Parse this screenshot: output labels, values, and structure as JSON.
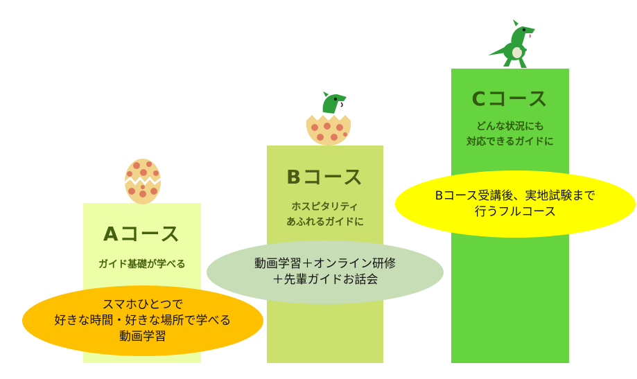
{
  "colors": {
    "course_a_block": "#EDFFA6",
    "course_b_block": "#CCE06E",
    "course_c_block": "#66D43F",
    "course_a_title": "#45610F",
    "course_b_title": "#4B5A16",
    "course_c_title": "#2F5A0F",
    "course_a_bubble": "#FFC000",
    "course_b_bubble": "#C7DDB5",
    "course_c_bubble": "#FFFF00",
    "egg_shell": "#F1D48A",
    "egg_spots": "#E07A5F",
    "dinosaur": "#2E9E3B"
  },
  "courses": [
    {
      "id": "a",
      "title": "Aコース",
      "tagline": "ガイド基礎が学べる",
      "bubble_text": "スマホひとつで\n好きな時間・好きな場所で学べる\n動画学習",
      "illustration": "egg-icon"
    },
    {
      "id": "b",
      "title": "Bコース",
      "tagline": "ホスピタリティ\nあふれるガイドに",
      "bubble_text": "動画学習＋オンライン研修\n＋先輩ガイドお話会",
      "illustration": "hatching-egg-dinosaur-icon"
    },
    {
      "id": "c",
      "title": "Cコース",
      "tagline": "どんな状況にも\n対応できるガイドに",
      "bubble_text": "Bコース受講後、実地試験まで\n行うフルコース",
      "illustration": "walking-dinosaur-icon"
    }
  ]
}
